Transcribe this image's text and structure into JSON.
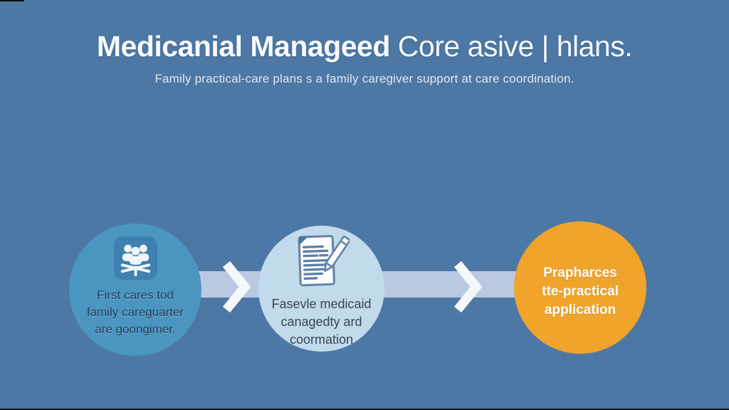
{
  "header": {
    "title_bold": "Medicanial Manageed",
    "title_light": "Core asive | hlans.",
    "subtitle": "Family practical-care plans s a family caregiver support at care coordination."
  },
  "flow": {
    "steps": [
      {
        "icon": "family-group-icon",
        "lines": [
          "First cares tod",
          "family careguarter",
          "are goongimer."
        ]
      },
      {
        "icon": "document-pencil-icon",
        "lines": [
          "Fasevle medicaid",
          "canagedty ard",
          "coormation"
        ]
      },
      {
        "icon": null,
        "lines": [
          "Prapharces",
          "tte-practical",
          "application"
        ]
      }
    ]
  },
  "colors": {
    "background": "#4d78a5",
    "step1_circle": "#4b95c1",
    "step1_icon_tile": "#3e81b0",
    "step2_circle": "#c2dbec",
    "step3_circle": "#f0a42c",
    "connector_band": "#bac9e2",
    "arrow": "#f5f8fb",
    "title_text": "#f7f9fb",
    "step1_text": "#24415c",
    "step2_text": "#3a4650",
    "step3_text": "#ffffff"
  }
}
